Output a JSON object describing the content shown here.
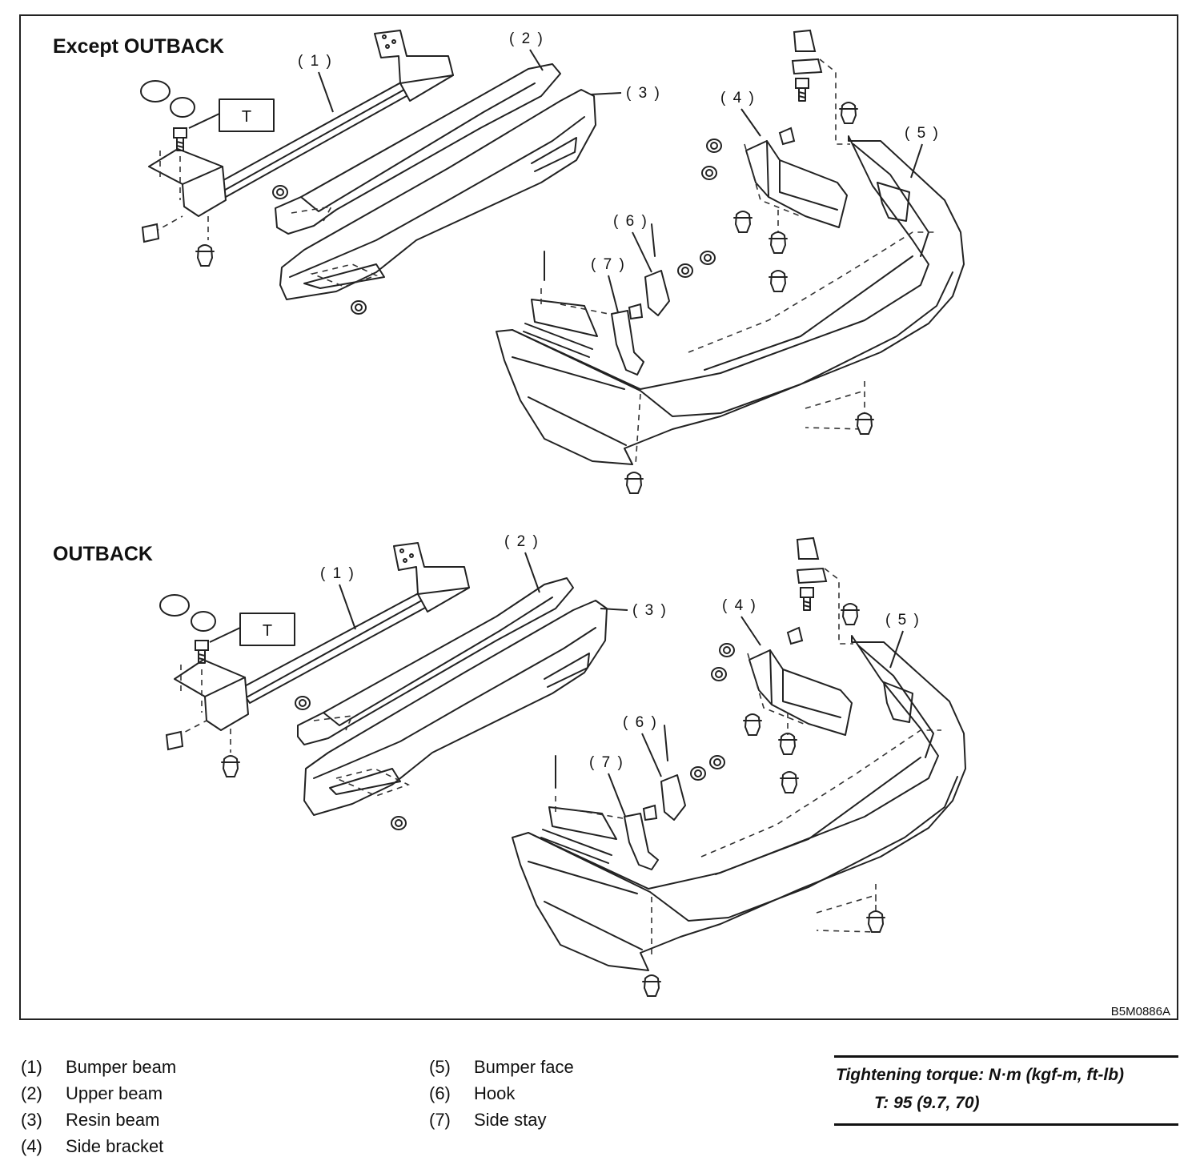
{
  "sections": [
    {
      "heading": "Except OUTBACK"
    },
    {
      "heading": "OUTBACK"
    }
  ],
  "callouts": [
    "( 1 )",
    "( 2 )",
    "( 3 )",
    "( 4 )",
    "( 5 )",
    "( 6 )",
    "( 7 )"
  ],
  "torque_symbol": "T",
  "figure_code": "B5M0886A",
  "legend": [
    {
      "num": "(1)",
      "label": "Bumper beam"
    },
    {
      "num": "(2)",
      "label": "Upper beam"
    },
    {
      "num": "(3)",
      "label": "Resin beam"
    },
    {
      "num": "(4)",
      "label": "Side bracket"
    },
    {
      "num": "(5)",
      "label": "Bumper face"
    },
    {
      "num": "(6)",
      "label": "Hook"
    },
    {
      "num": "(7)",
      "label": "Side stay"
    }
  ],
  "torque": {
    "heading": "Tightening torque: N·m (kgf-m, ft-lb)",
    "value": "T: 95 (9.7, 70)"
  }
}
